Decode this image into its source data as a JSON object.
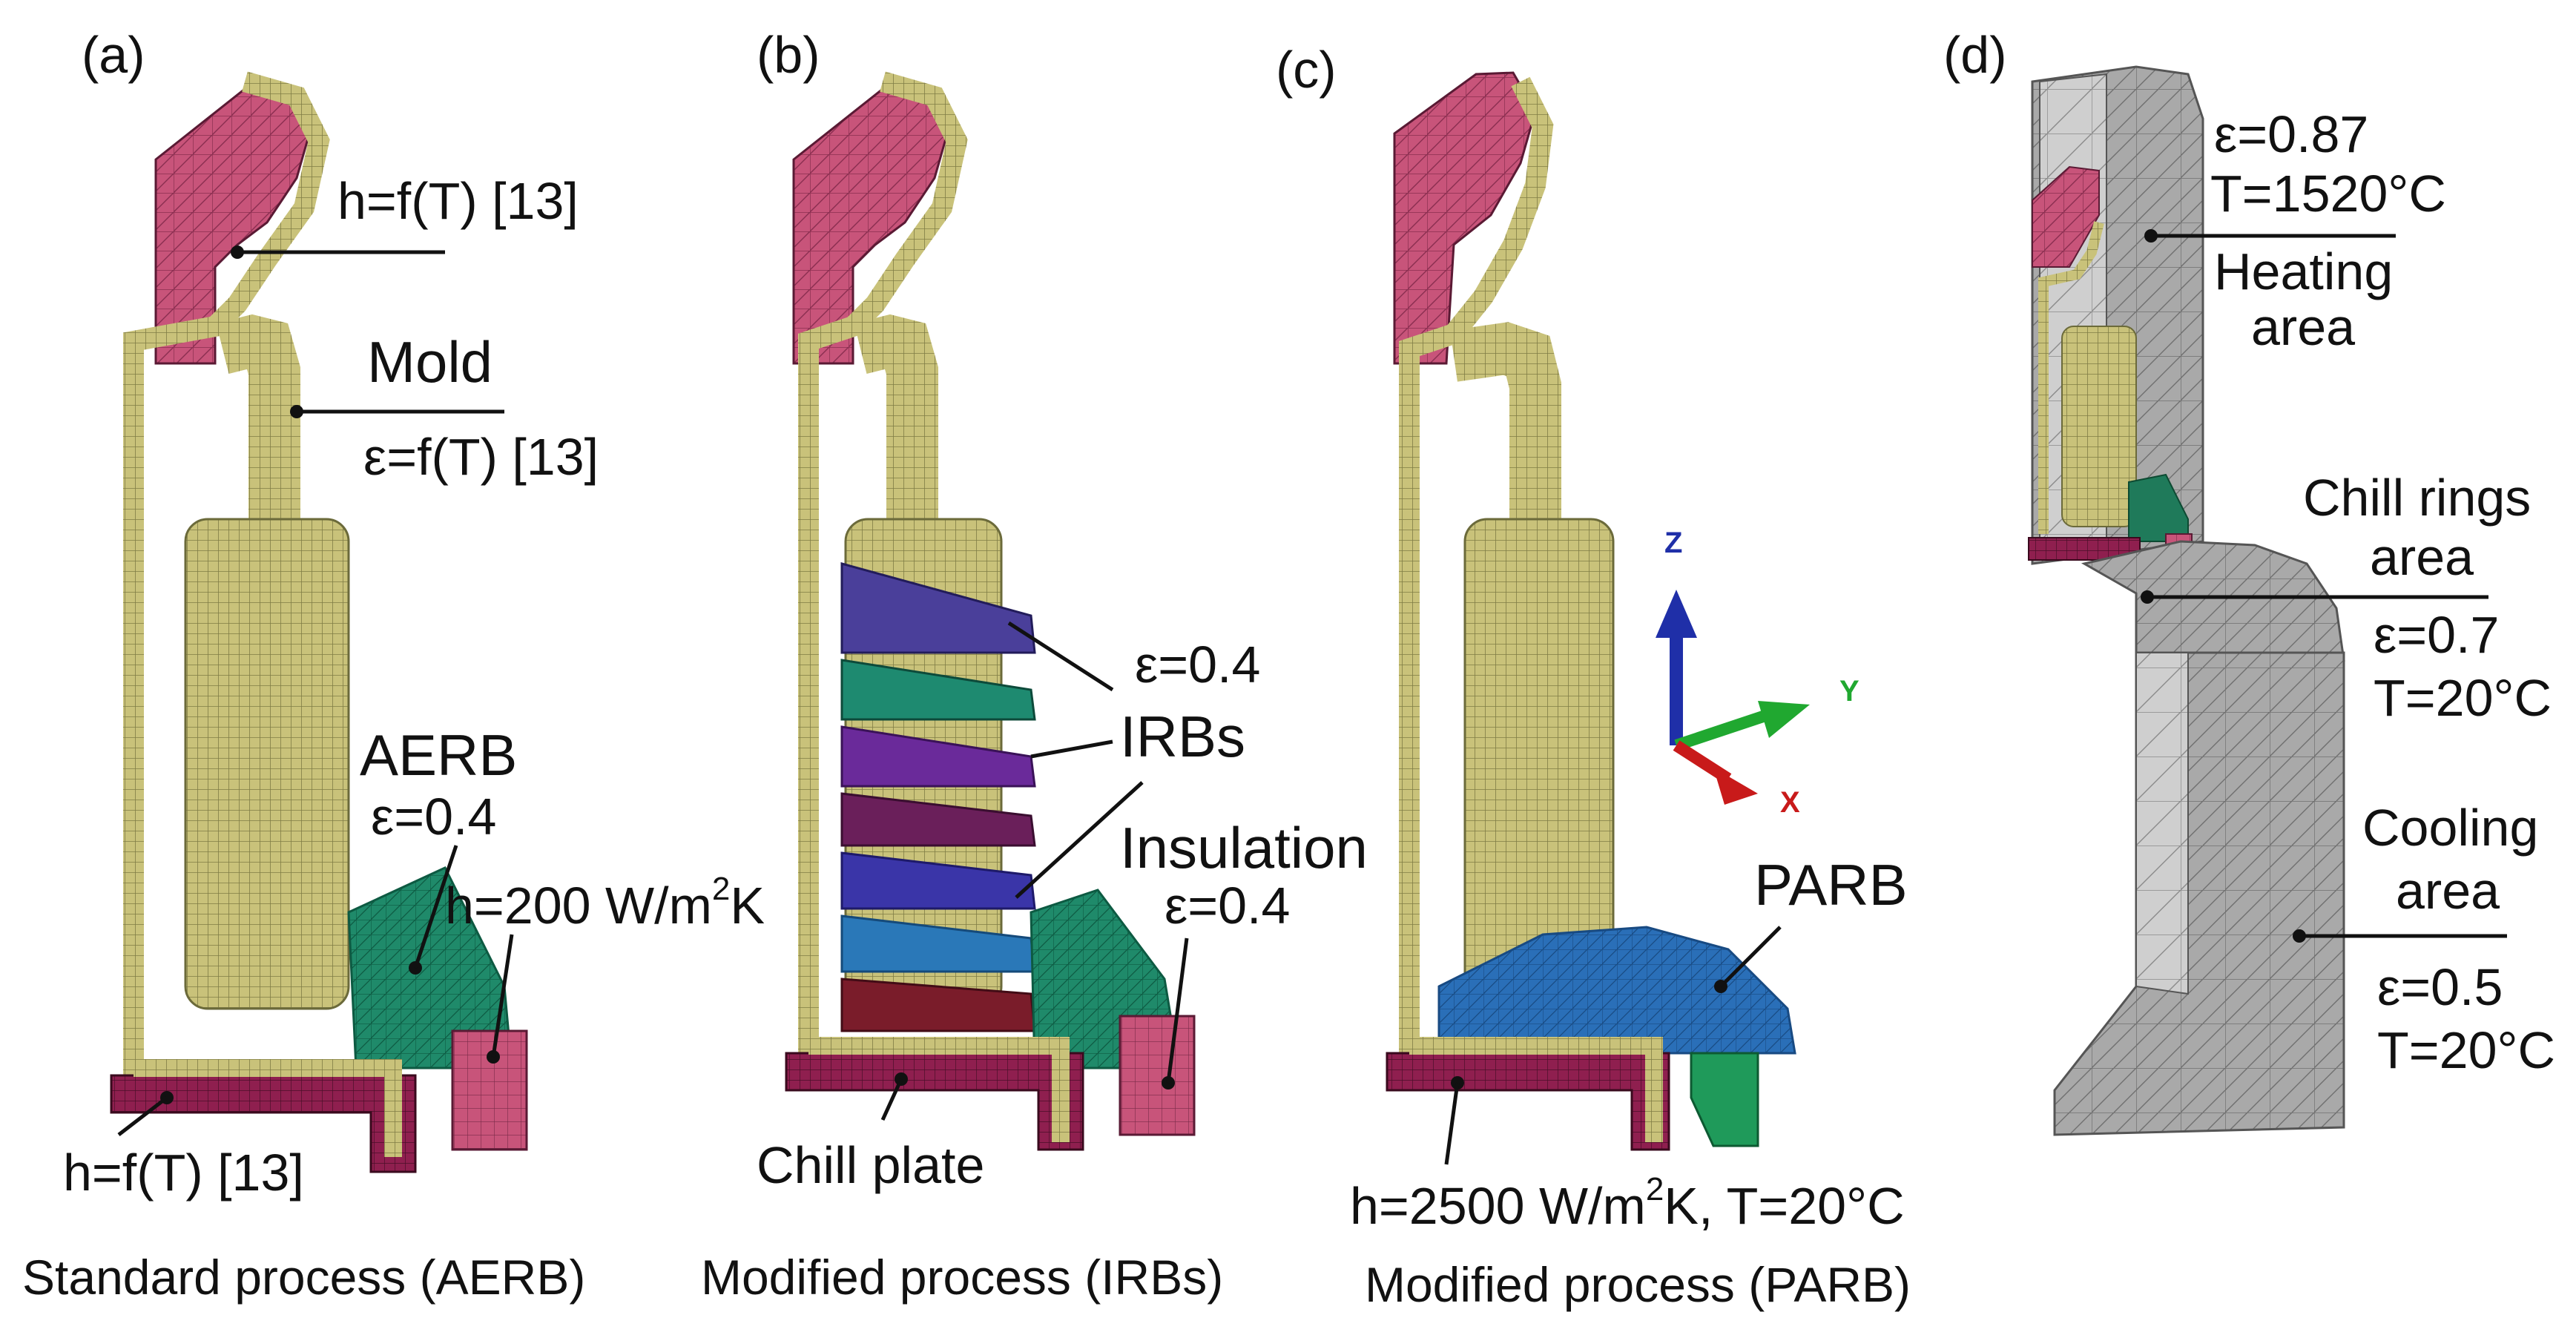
{
  "panels": [
    {
      "letter": "(a)",
      "caption": "Standard process (AERB)",
      "labels": {
        "h_top": "h=f(T) [13]",
        "mold": "Mold",
        "eps_mold": "ε=f(T) [13]",
        "aerb": "AERB",
        "eps_aerb": "ε=0.4",
        "h_200_pre": "h=200 W/m",
        "h_200_sup": "2",
        "h_200_post": "K",
        "h_bottom": "h=f(T) [13]"
      }
    },
    {
      "letter": "(b)",
      "caption": "Modified process (IRBs)",
      "labels": {
        "eps_irb": "ε=0.4",
        "irbs": "IRBs",
        "insulation": "Insulation",
        "eps_ins": "ε=0.4",
        "chill_plate": "Chill plate"
      }
    },
    {
      "letter": "(c)",
      "caption": "Modified process (PARB)",
      "labels": {
        "parb": "PARB",
        "h_2500_pre": "h=2500 W/m",
        "h_2500_sup": "2",
        "h_2500_post": "K, T=20°C",
        "axis_z": "Z",
        "axis_y": "Y",
        "axis_x": "X"
      }
    },
    {
      "letter": "(d)",
      "labels": {
        "eps_heat": "ε=0.87",
        "t_heat": "T=1520°C",
        "heating_1": "Heating",
        "heating_2": "area",
        "chill_rings_1": "Chill rings",
        "chill_rings_2": "area",
        "eps_chill": "ε=0.7",
        "t_chill": "T=20°C",
        "cooling_1": "Cooling",
        "cooling_2": "area",
        "eps_cool": "ε=0.5",
        "t_cool": "T=20°C"
      }
    }
  ],
  "colors": {
    "mold_mesh": "#c9c27a",
    "mold_edge": "#6b6a3a",
    "funnel": "#c8547a",
    "chill_plate": "#8f1f4f",
    "aerb": "#1f8a6a",
    "parb": "#2a6fb8",
    "irb_colors": [
      "#4a3f9a",
      "#1e8a70",
      "#6a2a9a",
      "#6a1f5a",
      "#3a35a8",
      "#2a78b8",
      "#7a1c2a"
    ],
    "shell_grey": "#a9a9a9",
    "axis_z": "#1f2fa8",
    "axis_y": "#20a830",
    "axis_x": "#c81a1a"
  }
}
